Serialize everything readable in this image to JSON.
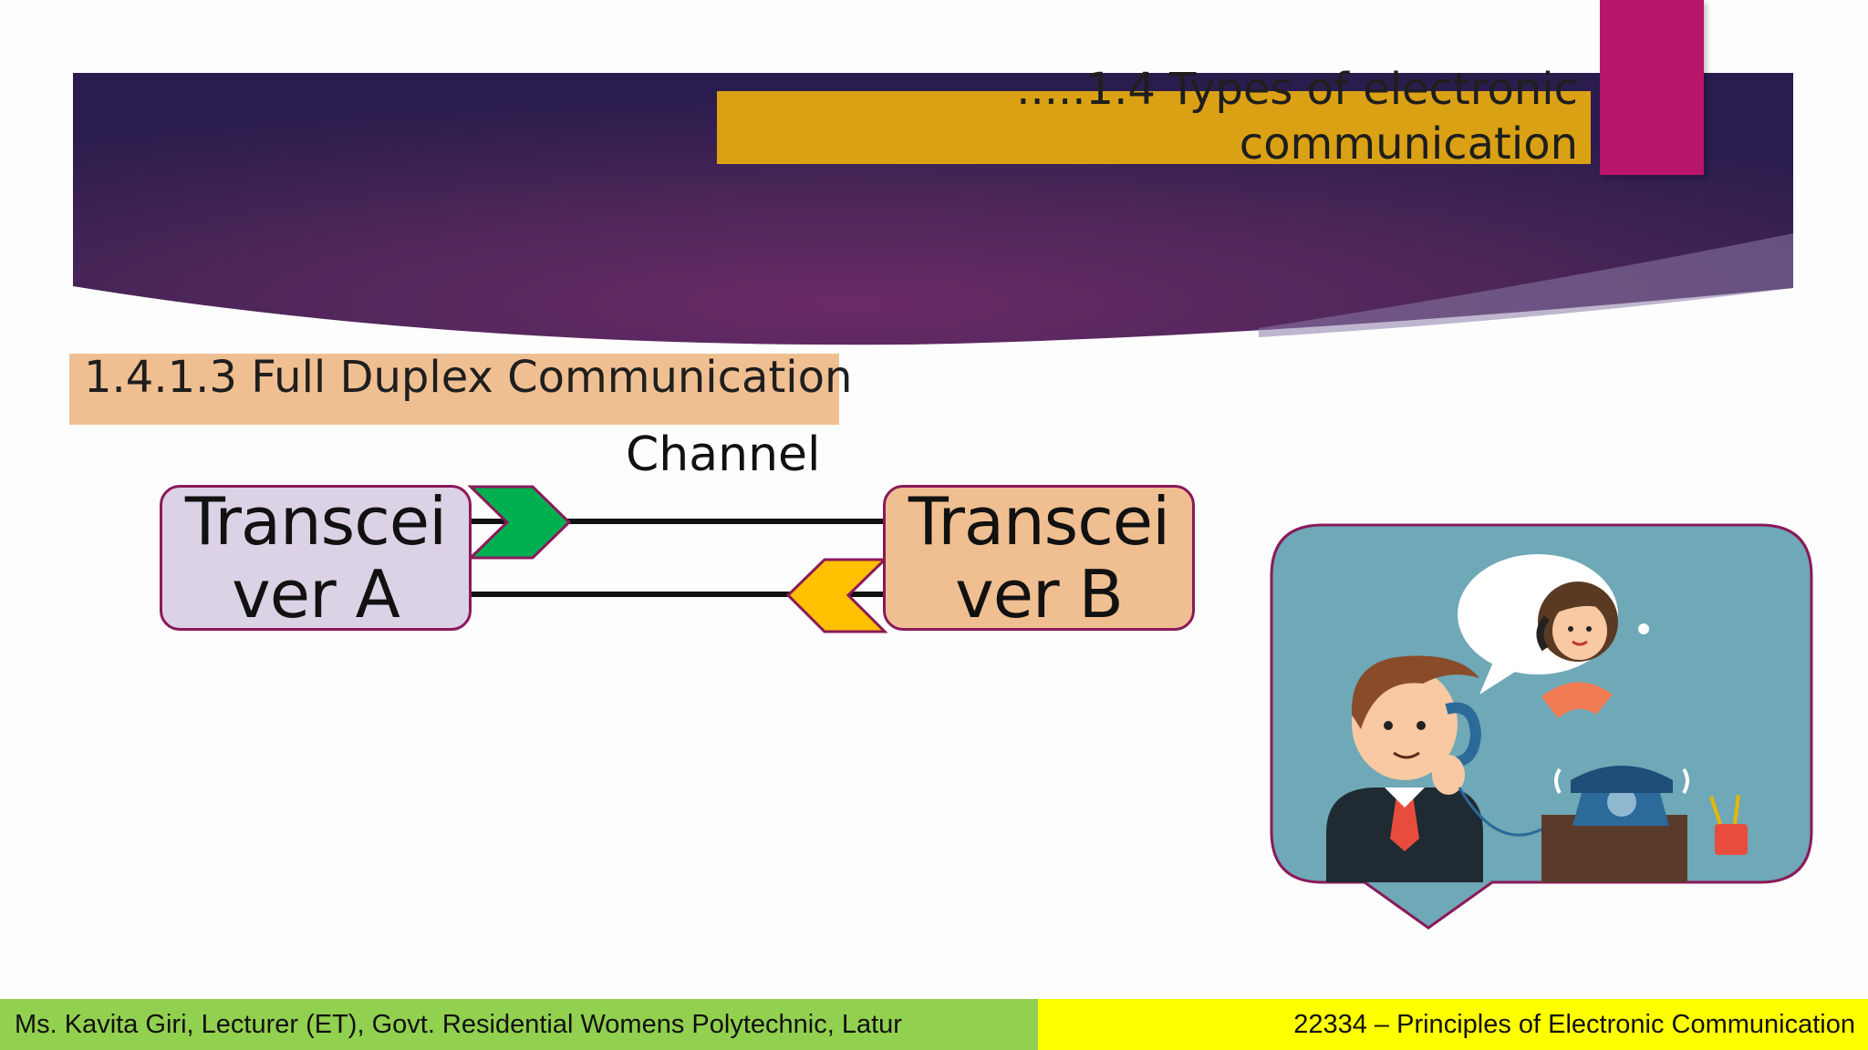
{
  "slide": {
    "title": ".....1.4 Types of electronic communication",
    "subtitle": "1.4.1.3 Full Duplex Communication",
    "diagram": {
      "channel_label": "Channel",
      "transceiver_a": "Transceiver A",
      "transceiver_b": "Transceiver B",
      "forward_arrow_color": "#00b050",
      "return_arrow_color": "#ffc000"
    },
    "illustration": {
      "description_icon": "telephone-conversation-icon"
    }
  },
  "footer": {
    "left": "Ms. Kavita Giri, Lecturer (ET), Govt. Residential Womens Polytechnic, Latur",
    "right": "22334 – Principles of Electronic Communication"
  },
  "colors": {
    "banner_dark": "#2a1d4d",
    "banner_mid": "#6a2b68",
    "title_bar": "#dba114",
    "accent_tab": "#b8156b",
    "subtitle_box": "#f0bf91",
    "footer_left": "#92d050",
    "footer_right": "#ffff00"
  }
}
